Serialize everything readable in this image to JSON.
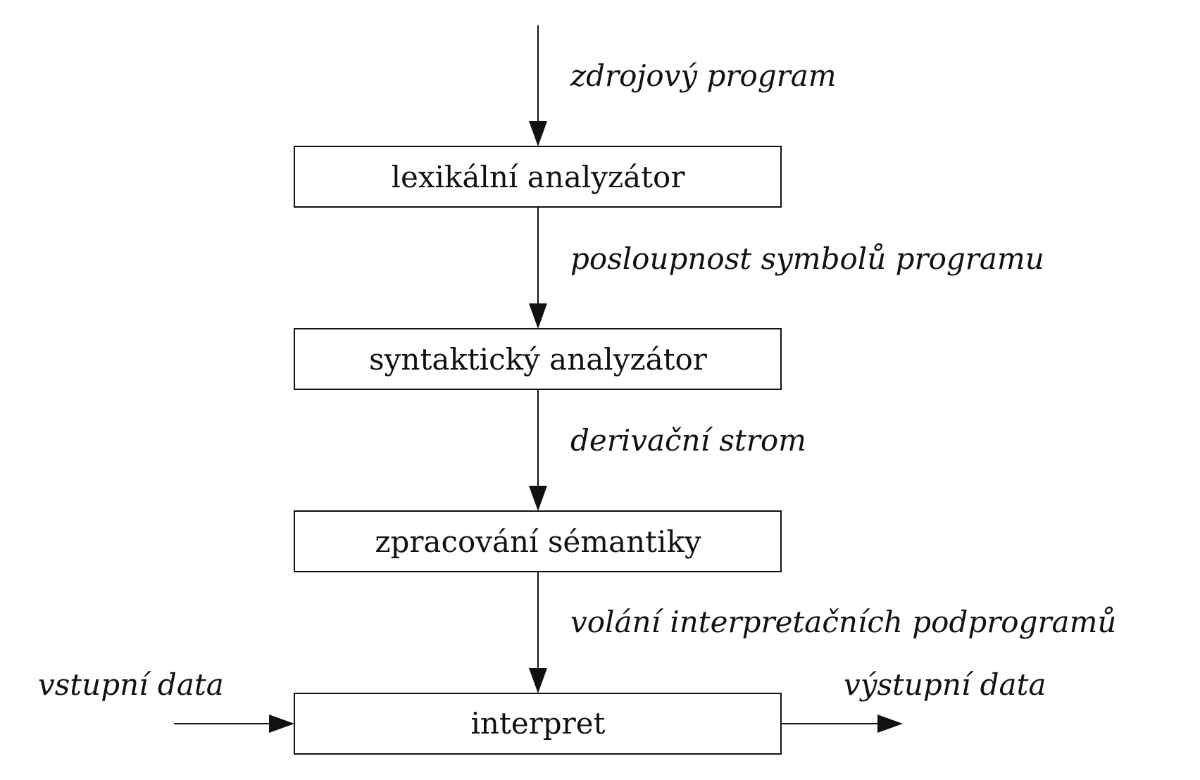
{
  "diagram": {
    "stages": [
      {
        "label": "lexikální analyzátor"
      },
      {
        "label": "syntaktický analyzátor"
      },
      {
        "label": "zpracování sémantiky"
      },
      {
        "label": "interpret"
      }
    ],
    "edges": [
      {
        "label": "zdrojový program"
      },
      {
        "label": "posloupnost symbolů programu"
      },
      {
        "label": "derivační strom"
      },
      {
        "label": "volání interpretačních podprogramů"
      }
    ],
    "input": {
      "label": "vstupní data"
    },
    "output": {
      "label": "výstupní data"
    }
  }
}
